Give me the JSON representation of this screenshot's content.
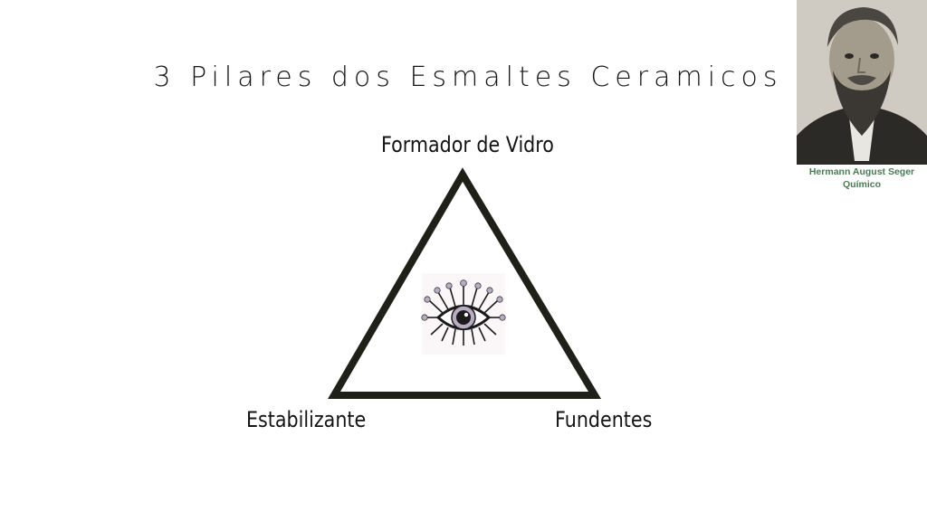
{
  "slide": {
    "title": "3 Pilares dos Esmaltes Ceramicos"
  },
  "diagram": {
    "top_label": "Formador de Vidro",
    "left_label": "Estabilizante",
    "right_label": "Fundentes",
    "center_icon": "eye-icon",
    "line_color": "#1f2118"
  },
  "portrait": {
    "image": "bearded-man-portrait",
    "caption_name": "Hermann August Seger",
    "caption_role": "Químico",
    "caption_color": "#4a7a55"
  }
}
